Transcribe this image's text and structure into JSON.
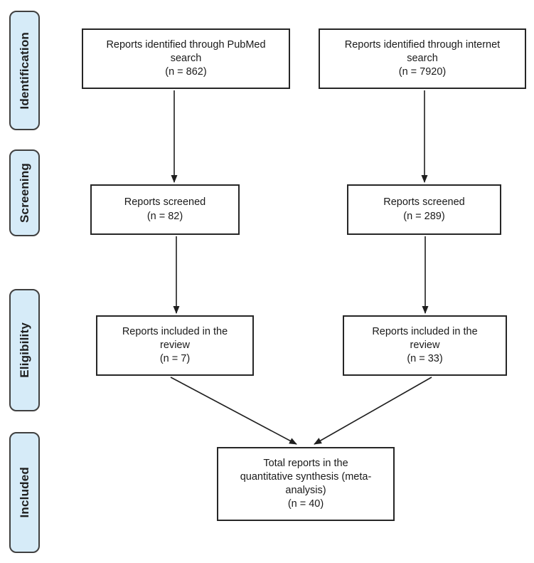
{
  "diagram": {
    "type": "prisma-flow",
    "stages": [
      {
        "label": "Identification"
      },
      {
        "label": "Screening"
      },
      {
        "label": "Eligibility"
      },
      {
        "label": "Included"
      }
    ],
    "boxes": {
      "pubmed_identified": {
        "lines": [
          "Reports identified through PubMed",
          "search",
          "(n = 862)"
        ],
        "n": 862
      },
      "internet_identified": {
        "lines": [
          "Reports identified through internet",
          "search",
          "(n = 7920)"
        ],
        "n": 7920
      },
      "pubmed_screened": {
        "lines": [
          "Reports screened",
          "(n = 82)"
        ],
        "n": 82
      },
      "internet_screened": {
        "lines": [
          "Reports screened",
          "(n = 289)"
        ],
        "n": 289
      },
      "pubmed_included_review": {
        "lines": [
          "Reports included in the",
          "review",
          "(n = 7)"
        ],
        "n": 7
      },
      "internet_included_review": {
        "lines": [
          "Reports included in the",
          "review",
          "(n = 33)"
        ],
        "n": 33
      },
      "total_quantitative_synthesis": {
        "lines": [
          "Total reports in the",
          "quantitative synthesis (meta-",
          "analysis)",
          "(n = 40)"
        ],
        "n": 40
      }
    },
    "colors": {
      "stage_fill": "#d6ebf8",
      "stage_border": "#404040",
      "box_border": "#262626",
      "arrow": "#1f1f1f",
      "text": "#1a1a1a",
      "background": "#ffffff"
    }
  }
}
